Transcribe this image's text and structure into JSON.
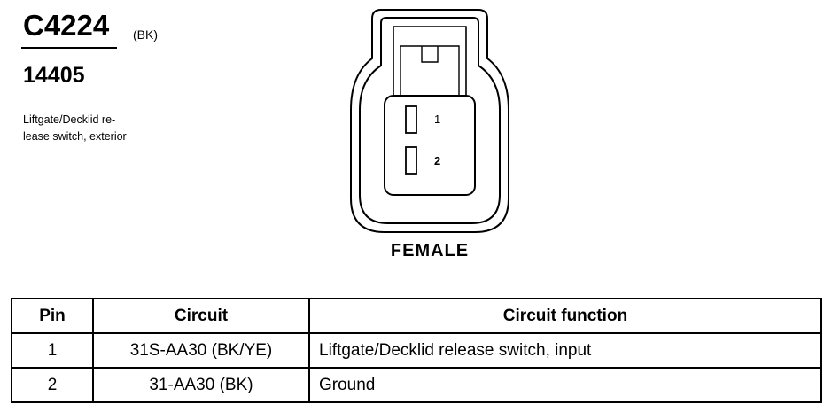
{
  "connector": {
    "id": "C4224",
    "color": "(BK)",
    "part_number": "14405",
    "description_lines": [
      "Liftgate/Decklid re-",
      "lease switch, exterior"
    ],
    "type": "FEMALE",
    "pin_labels": [
      "1",
      "2"
    ]
  },
  "table": {
    "headers": [
      "Pin",
      "Circuit",
      "Circuit function"
    ],
    "rows": [
      {
        "pin": "1",
        "circuit": "31S-AA30 (BK/YE)",
        "function": "Liftgate/Decklid release switch, input"
      },
      {
        "pin": "2",
        "circuit": "31-AA30 (BK)",
        "function": "Ground"
      }
    ]
  }
}
